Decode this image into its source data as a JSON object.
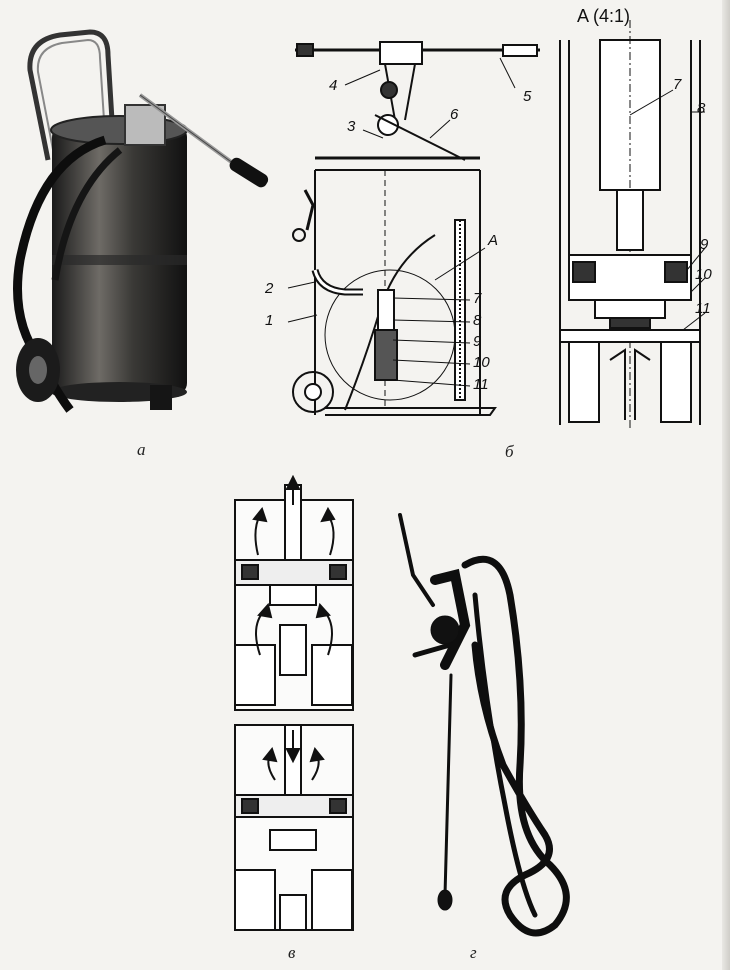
{
  "panels": {
    "a": {
      "label": "а"
    },
    "b": {
      "label": "б",
      "callouts": [
        "1",
        "2",
        "3",
        "4",
        "5",
        "6",
        "7",
        "8",
        "9",
        "10",
        "11"
      ],
      "detail_marker": "A"
    },
    "detail": {
      "title": "A (4:1)",
      "callouts": [
        "7",
        "8",
        "9",
        "10",
        "11"
      ]
    },
    "v": {
      "label": "в"
    },
    "g": {
      "label": "г"
    }
  }
}
